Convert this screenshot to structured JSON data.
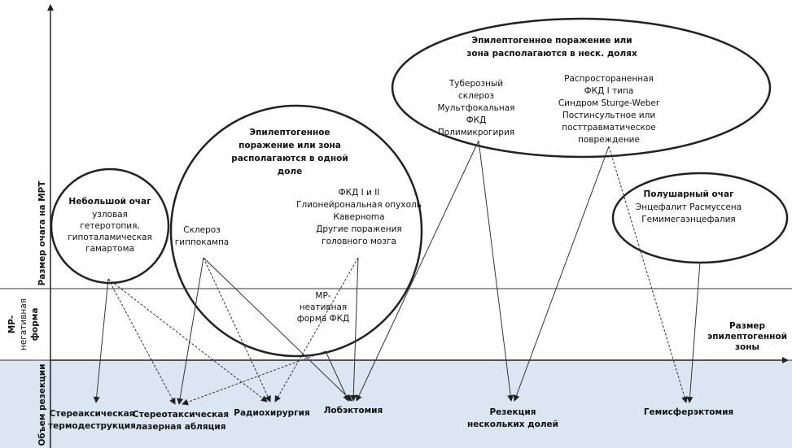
{
  "colors": {
    "bottom_band": "#dce6f2",
    "line": "#222222",
    "text": "#111111"
  },
  "axis": {
    "y_label": "Размер очага на МРТ",
    "mr_negative_label": [
      "МР-",
      "негативная",
      "форма"
    ],
    "resection_label": "Объем резекции",
    "x_label": [
      "Размер",
      "эпилептогенной",
      "зоны"
    ]
  },
  "groups": {
    "small_focus": {
      "title": "Небольшой очаг",
      "lines": [
        "узловая",
        "гетеротопия,",
        "гипоталамическая",
        "гамартома"
      ]
    },
    "one_lobe": {
      "title": [
        "Эпилептогенное",
        "поражение или зона",
        "располагаются в одной",
        "доле"
      ],
      "hippocampus": [
        "Склероз",
        "гиппокампа"
      ],
      "lesions": [
        "ФКД I и II",
        "Глионейрональная опухоль",
        "Каверноma",
        "Другие поражения",
        "головного мозга"
      ],
      "mr_negative": [
        "МР-",
        "неативная",
        "форма ФКД"
      ]
    },
    "multi_lobe": {
      "title": [
        "Эпилептогенное поражение или",
        "зона располагаются в неск. долях"
      ],
      "left": [
        "Туберозный",
        "склероз",
        "Мультфокальная",
        "ФКД",
        "Полимикрогирия"
      ],
      "right": [
        "Распростораненная",
        "ФКД I типа",
        "Синдром Sturge-Weber",
        "Постинсультное или",
        "посттравматическое",
        "повреждение"
      ]
    },
    "hemispheric": {
      "title": "Полушарный очаг",
      "lines": [
        "Энцефалит Расмуссена",
        "Гемимегаэнцефалия"
      ]
    }
  },
  "procedures": {
    "thermo": [
      "Стереаксическая",
      "термодеструкция"
    ],
    "laser": [
      "Стереотаксическая",
      "лазерная абляция"
    ],
    "radio": [
      "Радиохирургия"
    ],
    "lobectomy": [
      "Лобэктомия"
    ],
    "multi_resection": [
      "Резекция",
      "нескольких долей"
    ],
    "hemispherectomy": [
      "Гемисферэктомия"
    ]
  }
}
